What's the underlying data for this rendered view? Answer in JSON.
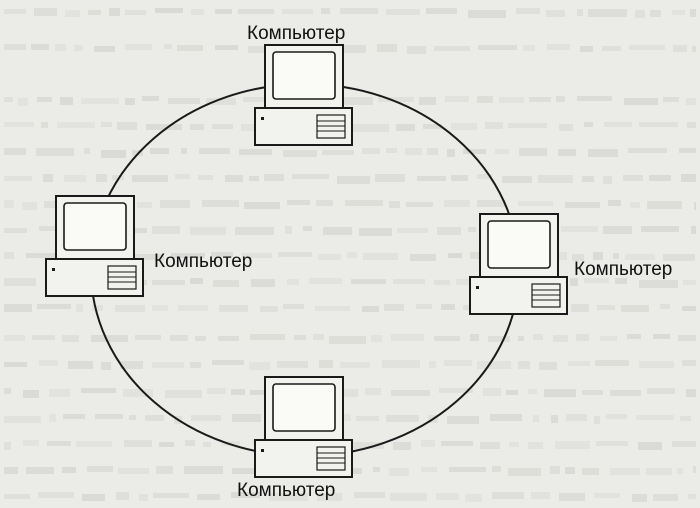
{
  "diagram": {
    "topology": "ring",
    "nodes": [
      {
        "id": "top",
        "label": "Компьютер"
      },
      {
        "id": "left",
        "label": "Компьютер"
      },
      {
        "id": "right",
        "label": "Компьютер"
      },
      {
        "id": "bottom",
        "label": "Компьютер"
      }
    ]
  },
  "colors": {
    "line": "#1a1a1a",
    "paper": "#ebebe8",
    "bleed_through": "#bdbdb8"
  }
}
